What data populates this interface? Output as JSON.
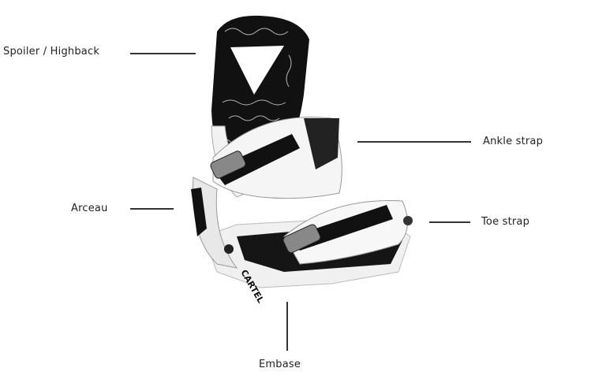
{
  "labels": {
    "highback": "Spoiler / Highback",
    "ankle_strap": "Ankle strap",
    "arceau": "Arceau",
    "toe_strap": "Toe strap",
    "embase": "Embase"
  },
  "binding_logo": "CARTEL",
  "colors": {
    "text": "#222222",
    "leader_line": "#333333",
    "binding_black": "#111111",
    "binding_white": "#f4f4f4"
  }
}
